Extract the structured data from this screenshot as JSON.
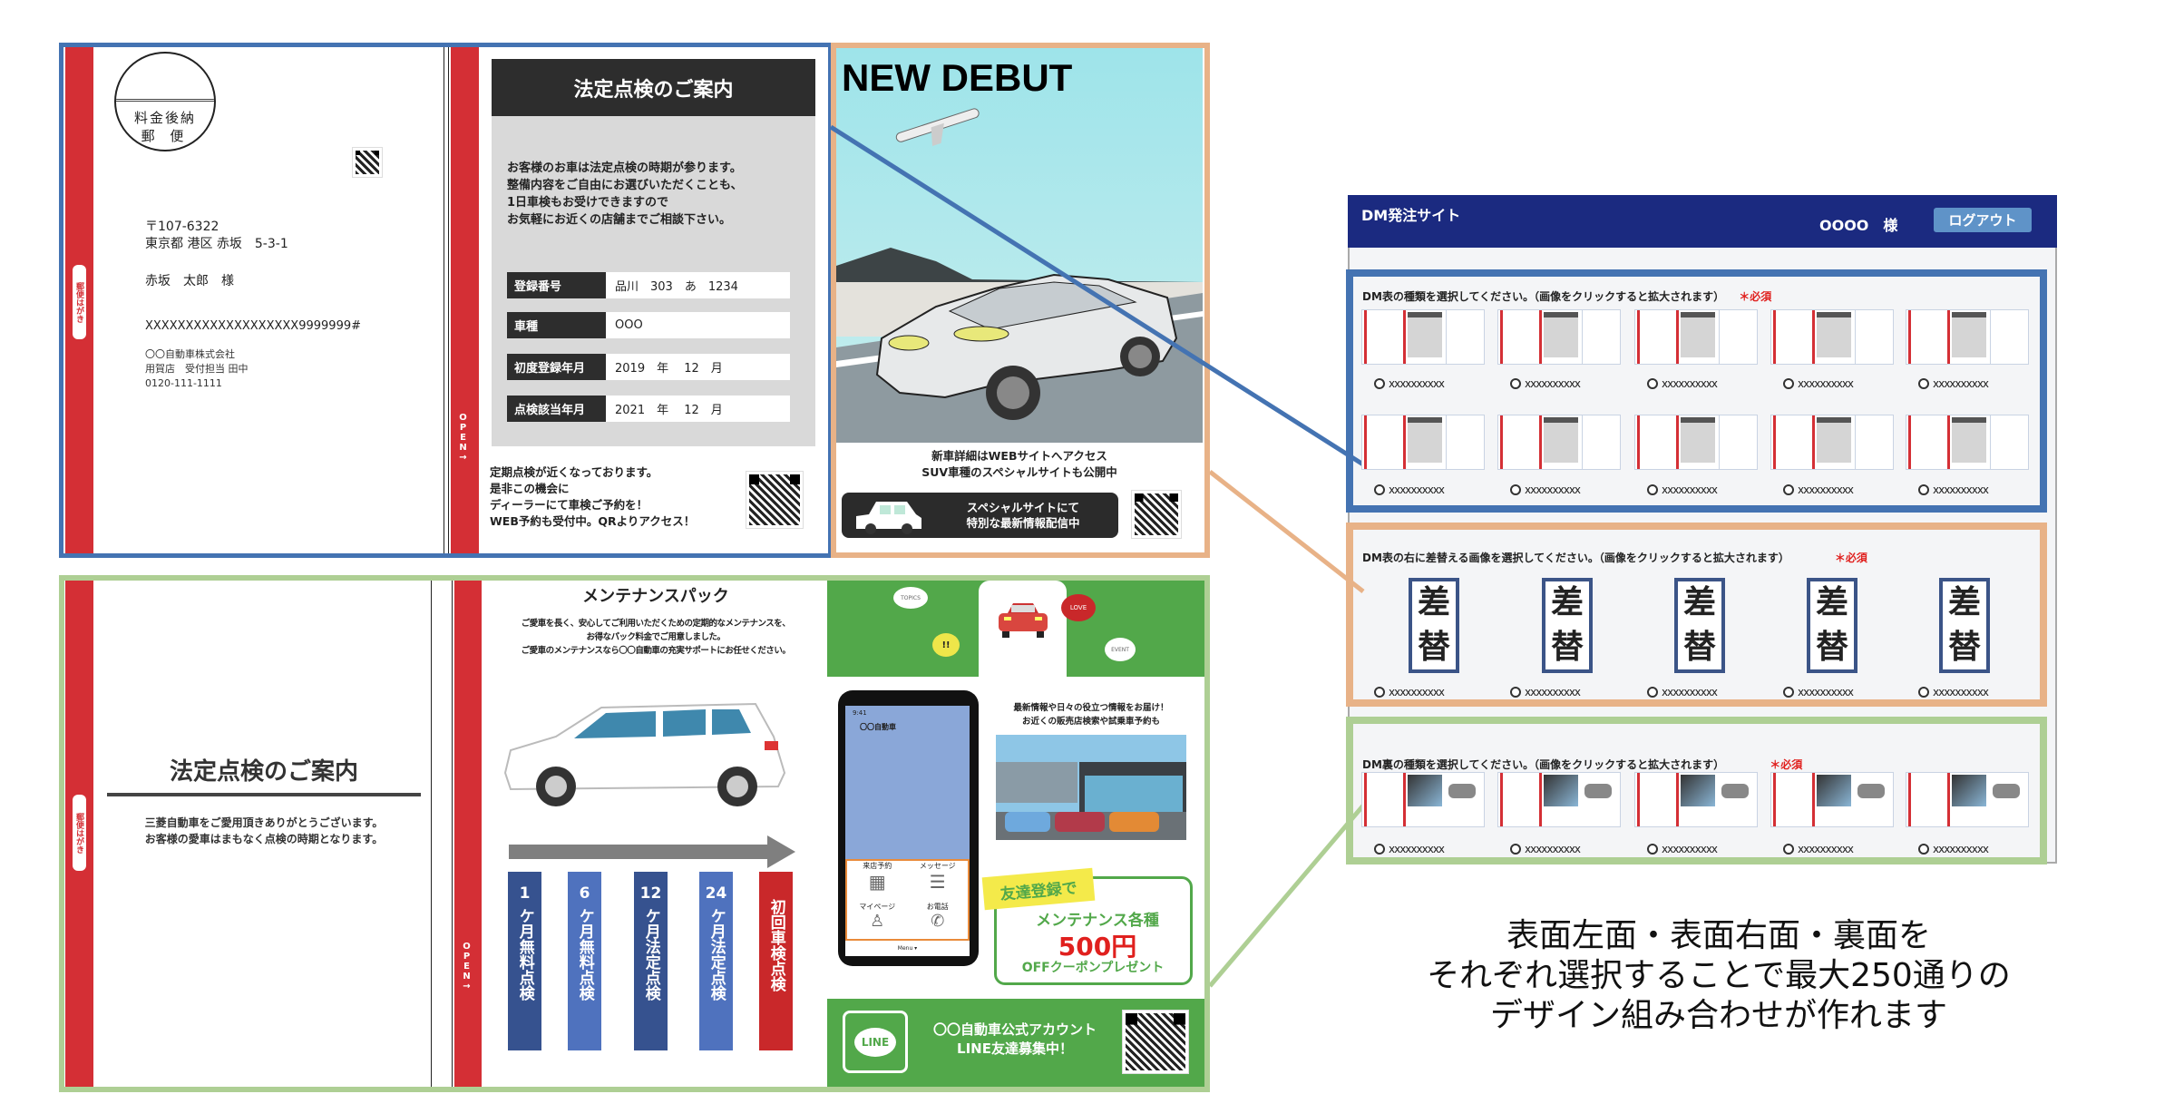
{
  "dm_front_left": {
    "postal_mark": [
      "料金後納",
      "郵 便"
    ],
    "hagaki_label": "郵便はがき",
    "postal_code": "〒107-6322",
    "address": "東京都 港区 赤坂　5-3-1",
    "recipient": "赤坂　太郎　様",
    "barcode_text": "XXXXXXXXXXXXXXXXXXX9999999#",
    "sender_company": "〇〇自動車株式会社",
    "sender_store": "用賀店　受付担当 田中",
    "sender_phone": "0120-111-1111"
  },
  "dm_front_right": {
    "open_label": "OPEN→",
    "title": "法定点検のご案内",
    "body": [
      "お客様のお車は法定点検の時期が参ります。",
      "整備内容をご自由にお選びいただくことも、",
      "1日車検もお受けできますので",
      "お気軽にお近くの店舗までご相談下さい。"
    ],
    "rows": [
      {
        "label": "登録番号",
        "value": "品川　303　あ　1234"
      },
      {
        "label": "車種",
        "value": "OOO"
      },
      {
        "label": "初度登録年月",
        "value": "2019　年　 12　月"
      },
      {
        "label": "点検該当年月",
        "value": "2021　年　 12　月"
      }
    ],
    "footer": [
      "定期点検が近くなっております。",
      "是非この機会に",
      "ディーラーにて車検ご予約を！",
      "WEB予約も受付中。QRよりアクセス！"
    ]
  },
  "dm_swap_panel": {
    "headline": "NEW DEBUT",
    "lines": [
      "新車詳細はWEBサイトへアクセス",
      "SUV車種のスペシャルサイトも公開中"
    ],
    "banner": [
      "スペシャルサイトにて",
      "特別な最新情報配信中"
    ]
  },
  "dm_back_left": {
    "hagaki_label": "郵便はがき",
    "title": "法定点検のご案内",
    "body": [
      "三菱自動車をご愛用頂きありがとうございます。",
      "お客様の愛車はまもなく点検の時期となります。"
    ]
  },
  "dm_back_middle": {
    "open_label": "OPEN→",
    "title": "メンテナンスパック",
    "body": [
      "ご愛車を長く、安心してご利用いただくための定期的なメンテナンスを、",
      "お得なパック料金でご用意しました。",
      "ご愛車のメンテナンスなら〇〇自動車の充実サポートにお任せください。"
    ],
    "steps": [
      {
        "num": "1",
        "text": "ケ月無料点検",
        "color": "#36528f"
      },
      {
        "num": "6",
        "text": "ケ月無料点検",
        "color": "#4f72be"
      },
      {
        "num": "12",
        "text": "ケ月法定点検",
        "color": "#36528f"
      },
      {
        "num": "24",
        "text": "ケ月法定点検",
        "color": "#4f72be"
      },
      {
        "num": "",
        "text": "初回車検点検",
        "color": "#c9282a"
      }
    ]
  },
  "dm_back_right": {
    "bubbles": [
      "TOPICS",
      "!!",
      "LOVE",
      "EVENT"
    ],
    "phone": {
      "time": "9:41",
      "account": "〇〇自動車",
      "menu": [
        "来店予約",
        "メッセージ",
        "マイページ",
        "お電話"
      ],
      "menu_bar": "Menu ▾"
    },
    "info": [
      "最新情報や日々の役立つ情報をお届け！",
      "お近くの販売店検索や試乗車予約も"
    ],
    "coupon": {
      "tag": "友達登録で",
      "line1": "メンテナンス各種",
      "price": "500円",
      "line3": "OFFクーポンプレゼント"
    },
    "line_logo": "LINE",
    "line_text": [
      "〇〇自動車公式アカウント",
      "LINE友達募集中！"
    ]
  },
  "site": {
    "title": "DM発注サイト",
    "user": "OOOO　様",
    "logout": "ログアウト",
    "required": "＊必須",
    "section_front": {
      "title": "DM表の種類を選択してください。（画像をクリックすると拡大されます）",
      "options": [
        "xxxxxxxxxx",
        "xxxxxxxxxx",
        "xxxxxxxxxx",
        "xxxxxxxxxx",
        "xxxxxxxxxx",
        "xxxxxxxxxx",
        "xxxxxxxxxx",
        "xxxxxxxxxx",
        "xxxxxxxxxx",
        "xxxxxxxxxx"
      ]
    },
    "section_swap": {
      "title": "DM表の右に差替える画像を選択してください。（画像をクリックすると拡大されます）",
      "swap_chars": [
        "差",
        "替"
      ],
      "options": [
        "xxxxxxxxxx",
        "xxxxxxxxxx",
        "xxxxxxxxxx",
        "xxxxxxxxxx",
        "xxxxxxxxxx"
      ]
    },
    "section_back": {
      "title": "DM裏の種類を選択してください。（画像をクリックすると拡大されます）",
      "options": [
        "xxxxxxxxxx",
        "xxxxxxxxxx",
        "xxxxxxxxxx",
        "xxxxxxxxxx",
        "xxxxxxxxxx"
      ]
    }
  },
  "caption": [
    "表面左面・表面右面・裏面を",
    "それぞれ選択することで最大250通りの",
    "デザイン組み合わせが作れます"
  ],
  "colors": {
    "blue_frame": "#4473b2",
    "orange_frame": "#e8b287",
    "green_frame": "#aecf94",
    "header": "#1b2a80",
    "red": "#d42f35",
    "green": "#52a84a"
  }
}
